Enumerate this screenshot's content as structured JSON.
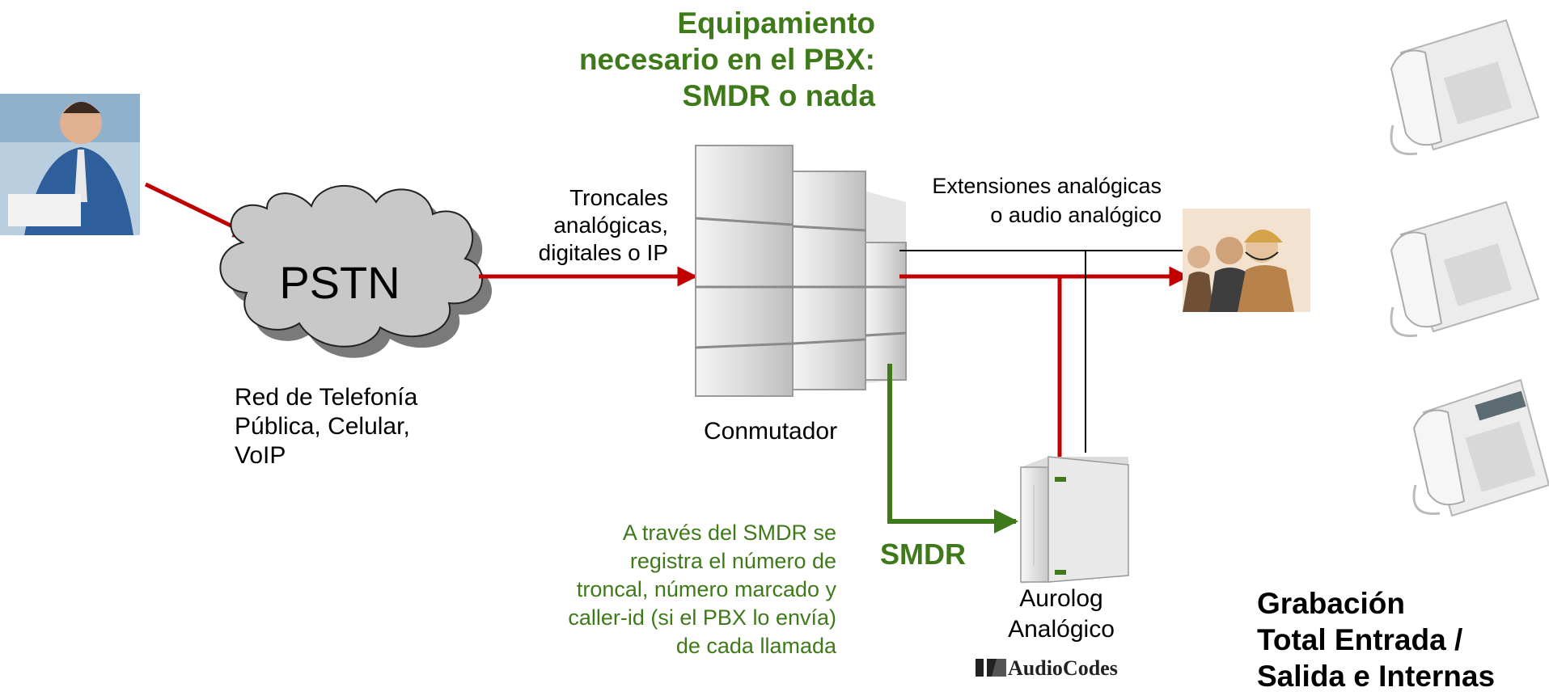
{
  "title_lines": [
    "Equipamiento",
    "necesario en el PBX:",
    "SMDR o nada"
  ],
  "pstn": {
    "label": "PSTN",
    "caption_lines": [
      "Red de Telefonía",
      "Pública, Celular,",
      "VoIP"
    ]
  },
  "trunks_lines": [
    "Troncales",
    "analógicas,",
    "digitales o IP"
  ],
  "pbx_label": "Conmutador",
  "extensions_lines": [
    "Extensiones analógicas",
    "o audio analógico"
  ],
  "smdr_label": "SMDR",
  "smdr_note_lines": [
    "A través del SMDR se",
    "registra el número de",
    "troncal, número marcado y",
    "caller-id (si el PBX lo envía)",
    "de cada llamada"
  ],
  "recorder_lines": [
    "Aurolog",
    "Analógico"
  ],
  "brand_logo": "AudioCodes",
  "recording_lines": [
    "Grabación",
    "Total Entrada /",
    "Salida e Internas"
  ],
  "colors": {
    "green": "#3f7a1a",
    "red": "#c00000",
    "cloud": "#c8c8c8"
  },
  "icons": [
    "caller-photo",
    "pbx-cabinet",
    "agents-photo",
    "recorder-server",
    "desk-phone"
  ]
}
